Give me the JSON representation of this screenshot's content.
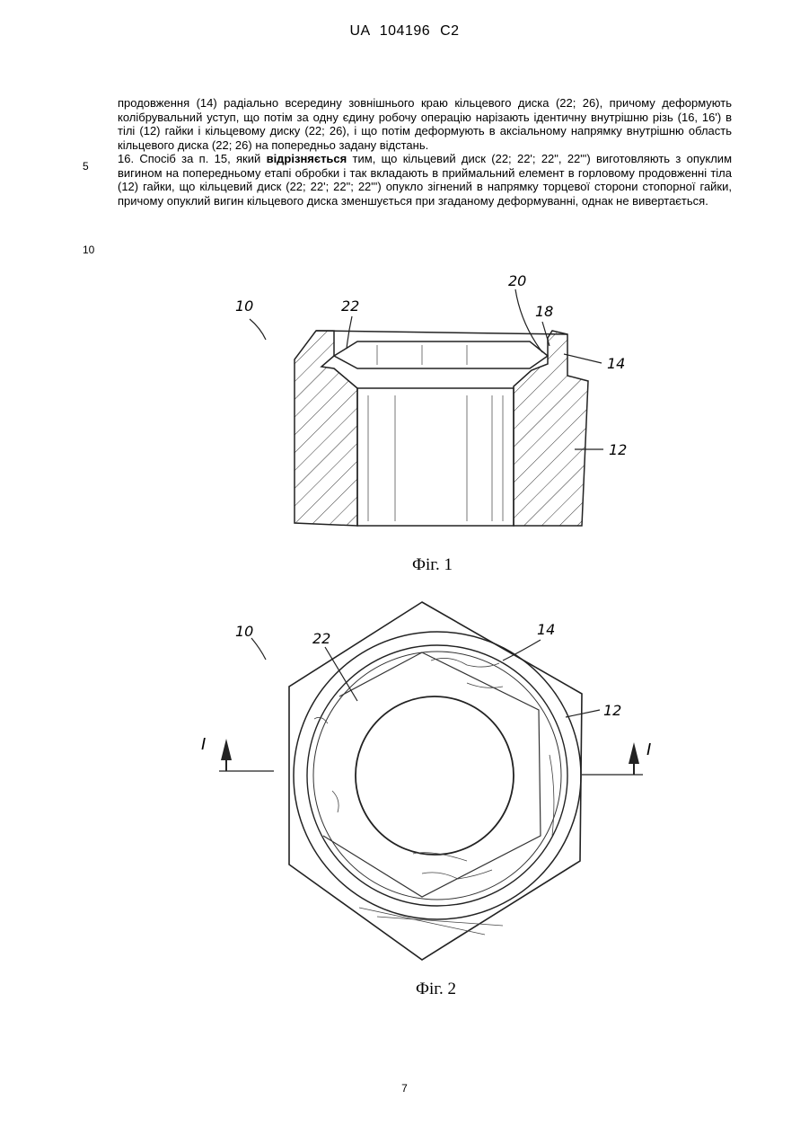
{
  "header": {
    "patent_id": "UA   104196   C2"
  },
  "body": {
    "para1": "продовження (14) радіально всередину зовнішнього краю кільцевого диска (22; 26), причому деформують колібрувальний уступ, що потім за одну єдину робочу операцію нарізають ідентичну внутрішню різь (16, 16') в тілі (12) гайки і кільцевому диску (22; 26), і що потім деформують в аксіальному напрямку внутрішню область кільцевого диска (22; 26) на попередньо задану відстань.",
    "para2_start": "16. Спосіб за п. 15, який ",
    "para2_bold": "відрізняється",
    "para2_end": " тим, що кільцевий диск (22; 22'; 22\", 22\"') виготовляють з опуклим вигином на попередньому етапі обробки і так вкладають в приймальний елемент в горловому продовженні тіла (12) гайки, що кільцевий диск (22; 22'; 22\"; 22\"') опукло зігнений в напрямку торцевої сторони стопорної гайки, причому опуклий вигин кільцевого диска зменшується при згаданому деформуванні, однак не вивертається."
  },
  "line_numbers": [
    "5",
    "10"
  ],
  "figure1": {
    "caption": "Фіг. 1",
    "labels": {
      "l10": "10",
      "l22": "22",
      "l20": "20",
      "l18": "18",
      "l14": "14",
      "l12": "12"
    }
  },
  "figure2": {
    "caption": "Фіг. 2",
    "labels": {
      "l10": "10",
      "l22": "22",
      "l14": "14",
      "l12": "12",
      "sec_left": "I",
      "sec_right": "I"
    }
  },
  "page_number": "7"
}
